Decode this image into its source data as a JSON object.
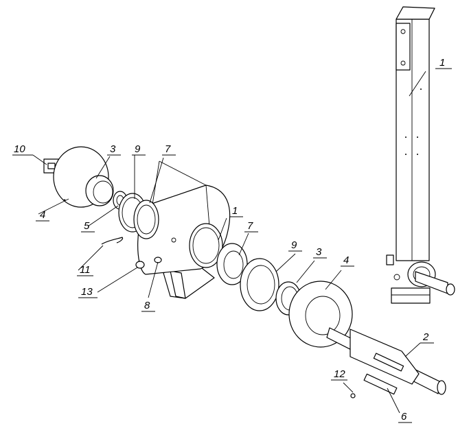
{
  "diagram": {
    "callouts": [
      {
        "id": "c1a",
        "label": "1"
      },
      {
        "id": "c1b",
        "label": "1"
      },
      {
        "id": "c2",
        "label": "2"
      },
      {
        "id": "c3a",
        "label": "3"
      },
      {
        "id": "c3b",
        "label": "3"
      },
      {
        "id": "c4a",
        "label": "4"
      },
      {
        "id": "c4b",
        "label": "4"
      },
      {
        "id": "c5",
        "label": "5"
      },
      {
        "id": "c6",
        "label": "6"
      },
      {
        "id": "c7a",
        "label": "7"
      },
      {
        "id": "c7b",
        "label": "7"
      },
      {
        "id": "c8",
        "label": "8"
      },
      {
        "id": "c9a",
        "label": "9"
      },
      {
        "id": "c9b",
        "label": "9"
      },
      {
        "id": "c10",
        "label": "10"
      },
      {
        "id": "c11",
        "label": "11"
      },
      {
        "id": "c12",
        "label": "12"
      },
      {
        "id": "c13",
        "label": "13"
      }
    ]
  }
}
